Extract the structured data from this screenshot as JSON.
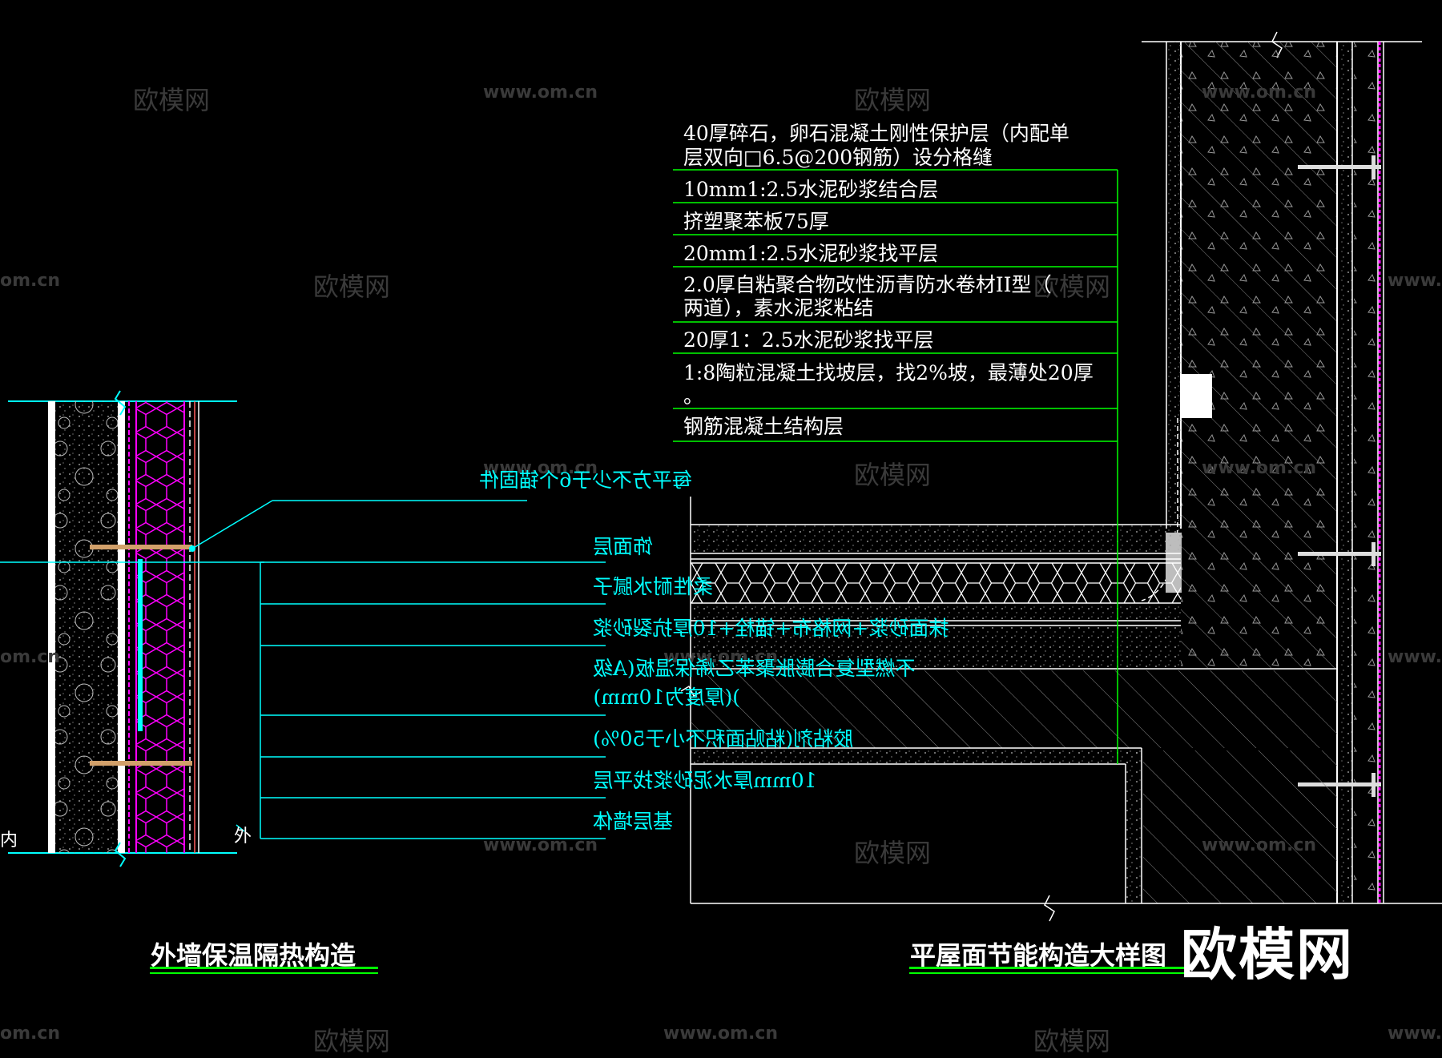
{
  "watermark": {
    "brand": "欧模网",
    "url": "www.om.cn",
    "partial_url": "om.cn",
    "partial_url_alt": "www.o"
  },
  "left_panel": {
    "title": "外墙保温隔热构造",
    "anchor_note": "每平方不少于6个锚固件",
    "layers": [
      "饰面层",
      "柔性耐水腻子",
      "抹面砂浆+网格布+锚栓+10厚抗裂砂浆",
      "不燃型复合膨胀聚苯乙烯保温板(A级",
      ")(厚度为10mm)",
      "胶粘剂(粘贴面积不小于50%)",
      "10mm厚水泥砂浆找平层",
      "基层墙体"
    ],
    "side_inner": "内",
    "side_outer": "外"
  },
  "right_panel": {
    "title": "平屋面节能构造大样图",
    "layers": [
      "40厚碎石，卵石混凝土刚性保护层（内配单",
      "层双向□6.5@200钢筋）设分格缝",
      "10mm1:2.5水泥砂浆结合层",
      "挤塑聚苯板75厚",
      "20mm1:2.5水泥砂浆找平层",
      "2.0厚自粘聚合物改性沥青防水卷材II型（",
      "两道），素水泥浆粘结",
      "20厚1：2.5水泥砂浆找平层",
      "1:8陶粒混凝土找坡层，找2%坡，最薄处20厚",
      "。",
      "钢筋混凝土结构层"
    ]
  },
  "colors": {
    "background": "#000000",
    "line_white": "#ffffff",
    "line_cyan": "#00ffff",
    "line_green": "#00ff00",
    "insulation_magenta": "#ff00ff",
    "watermark": "#3a3a3a"
  }
}
